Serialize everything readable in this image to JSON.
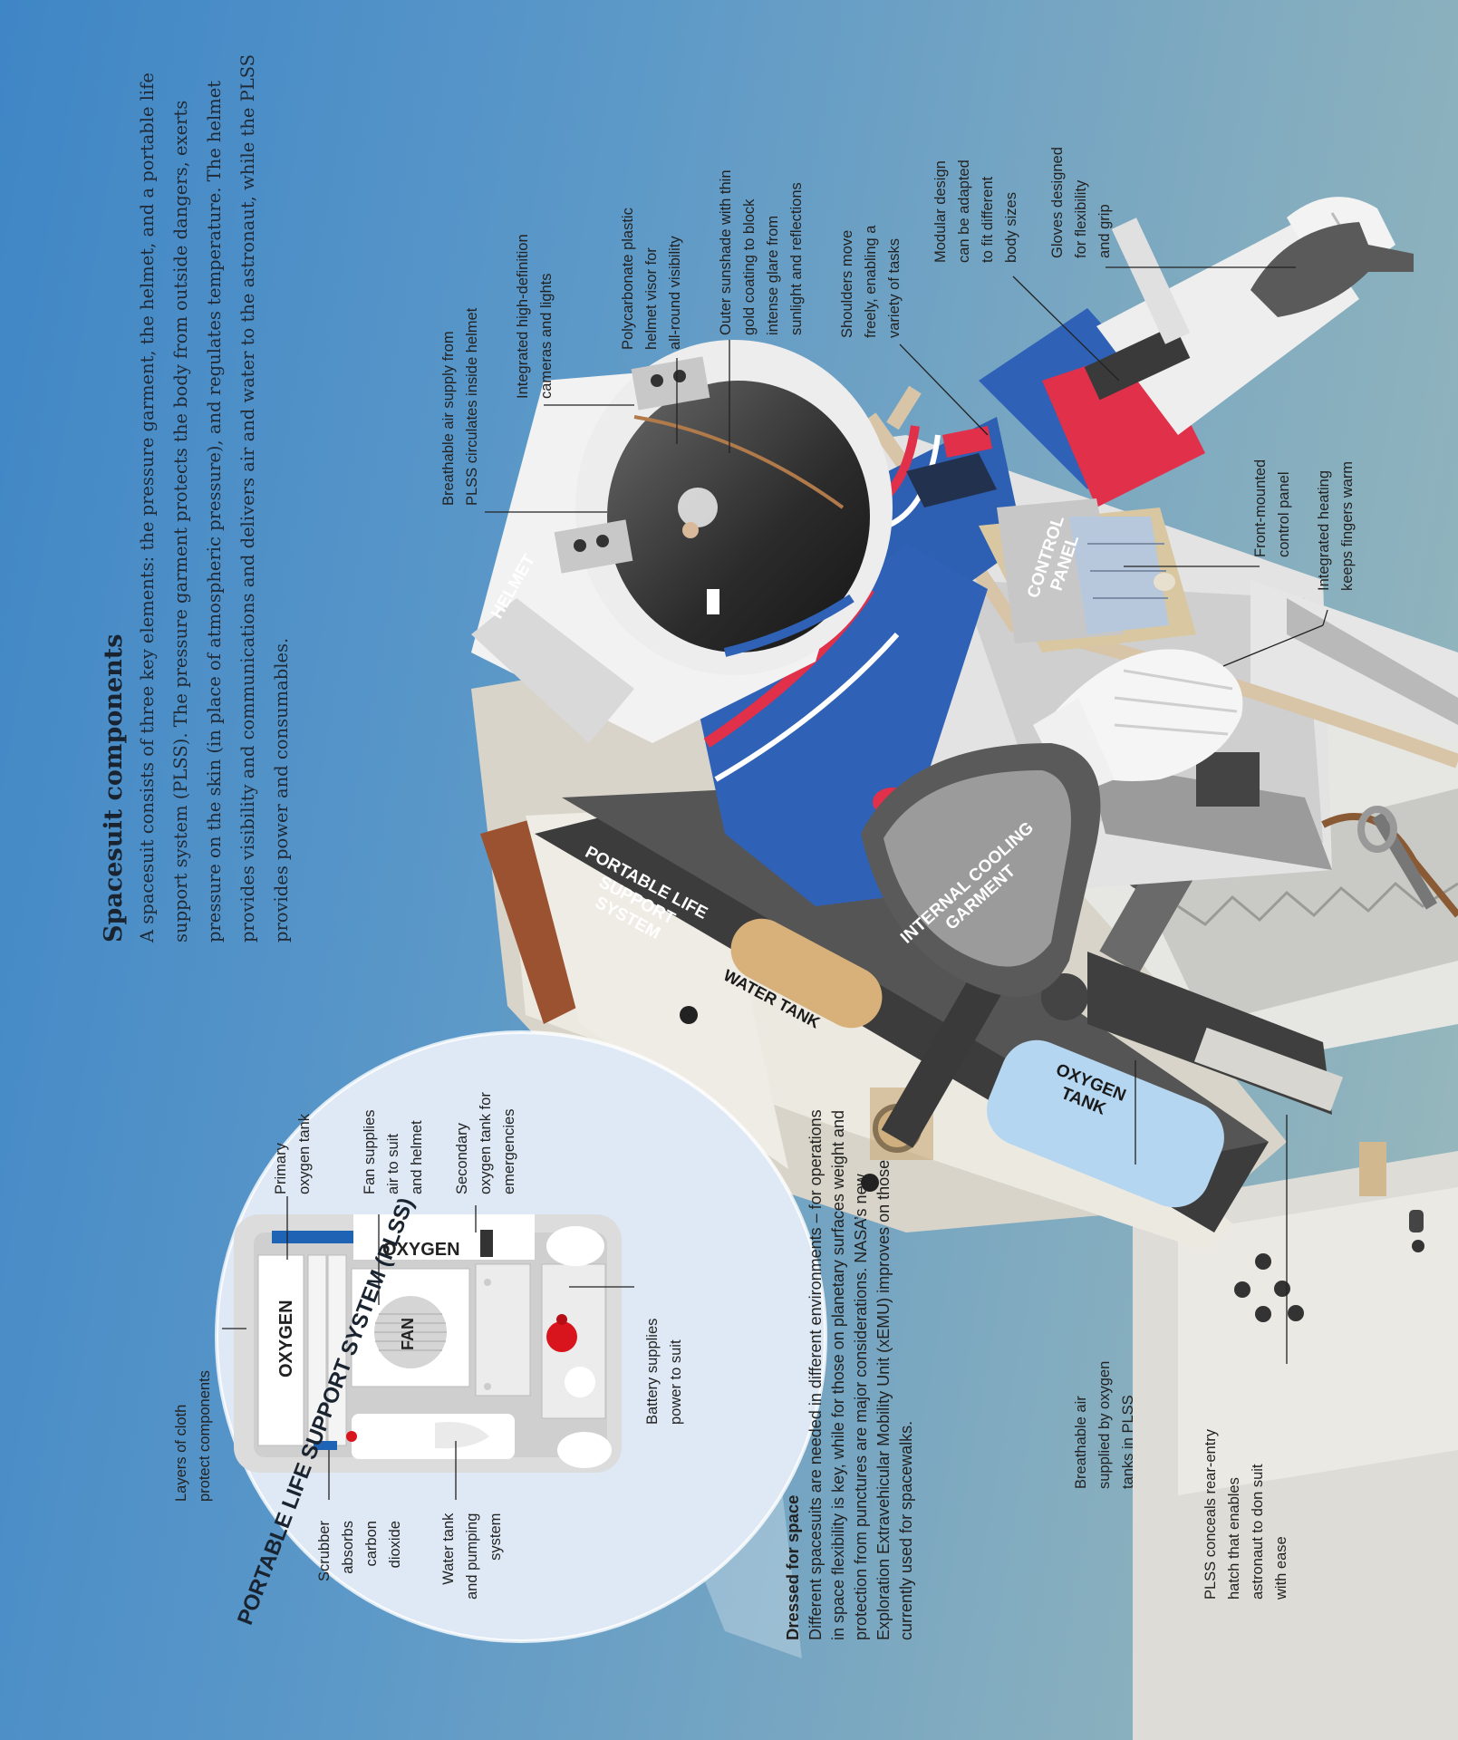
{
  "intro": {
    "title": "Spacesuit components",
    "body": "A spacesuit consists of three key elements: the pressure garment, the helmet, and a portable life support system (PLSS). The pressure garment protects the body from outside dangers, exerts pressure on the skin (in place of atmospheric pressure), and regulates temperature. The helmet provides visibility and communications and delivers air and water to the astronaut, while the PLSS provides power and consumables."
  },
  "dressed": {
    "title": "Dressed for space",
    "body": "Different spacesuits are needed in different environments – for operations in space flexibility is key, while for those on planetary surfaces weight and protection from punctures are major considerations. NASA’s new Exploration Extravehicular Mobility Unit (xEMU) improves on those currently used for spacewalks."
  },
  "callouts": {
    "air_supply": [
      "Breathable air supply from",
      "PLSS circulates inside helmet"
    ],
    "cameras": [
      "Integrated high-definition",
      "cameras and lights"
    ],
    "visor": [
      "Polycarbonate plastic",
      "helmet visor for",
      "all-round visibility"
    ],
    "sunshade": [
      "Outer sunshade with thin",
      "gold coating to block",
      "intense glare from",
      "sunlight and reflections"
    ],
    "shoulders": [
      "Shoulders move",
      "freely, enabling a",
      "variety of tasks"
    ],
    "modular": [
      "Modular design",
      "can be adapted",
      "to fit different",
      "body sizes"
    ],
    "gloves": [
      "Gloves designed",
      "for flexibility",
      "and grip"
    ],
    "control": [
      "Front-mounted",
      "control panel"
    ],
    "heating": [
      "Integrated heating",
      "keeps fingers warm"
    ],
    "oxygen_air": [
      "Breathable air",
      "supplied by oxygen",
      "tanks in PLSS"
    ],
    "hatch": [
      "PLSS conceals rear-entry",
      "hatch that enables",
      "astronaut to don suit",
      "with ease"
    ]
  },
  "parts": {
    "helmet": "HELMET",
    "control_panel": [
      "CONTROL",
      "PANEL"
    ],
    "plss": [
      "PORTABLE LIFE",
      "SUPPORT",
      "SYSTEM"
    ],
    "cooling": [
      "INTERNAL COOLING",
      "GARMENT"
    ],
    "water_tank": "WATER TANK",
    "oxygen_tank": [
      "OXYGEN",
      "TANK"
    ]
  },
  "plss_detail": {
    "title": "PORTABLE LIFE SUPPORT SYSTEM (PLSS)",
    "oxygen_a": "OXYGEN",
    "oxygen_b": "OXYGEN",
    "fan": "FAN",
    "callouts": {
      "cloth": [
        "Layers of cloth",
        "protect components"
      ],
      "primary": [
        "Primary",
        "oxygen tank"
      ],
      "fan": [
        "Fan supplies",
        "air to suit",
        "and helmet"
      ],
      "secondary": [
        "Secondary",
        "oxygen tank for",
        "emergencies"
      ],
      "battery": [
        "Battery supplies",
        "power to suit"
      ],
      "scrubber": [
        "Scrubber",
        "absorbs",
        "carbon",
        "dioxide"
      ],
      "water": [
        "Water tank",
        "and pumping",
        "system"
      ]
    }
  },
  "colors": {
    "bg_left": "#3f86c6",
    "bg_right": "#9ab9bb",
    "suit_blue": "#2f5fb0",
    "suit_red": "#e0304a",
    "tan": "#d8b98a",
    "dark": "#3e3e3e",
    "plss_blue": "#1f63b4"
  }
}
